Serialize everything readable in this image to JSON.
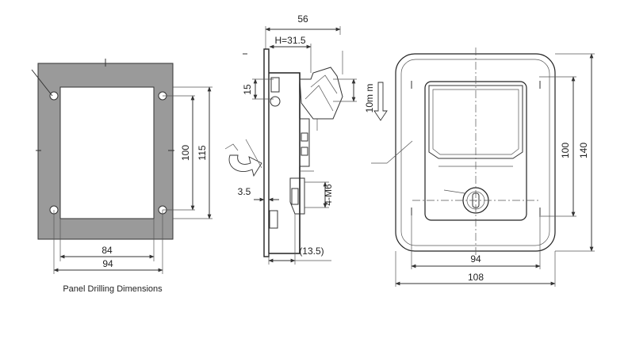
{
  "panel": {
    "caption": "Panel Drilling Dimensions",
    "dim_84": "84",
    "dim_94": "94",
    "dim_100": "100",
    "dim_115": "115"
  },
  "side": {
    "dim_56": "56",
    "dim_h": "H=31.5",
    "dim_15": "15",
    "dim_10mm": "10m m",
    "dim_3_5": "3.5",
    "dim_m6": "4-M6",
    "dim_13_5": "(13.5)"
  },
  "front": {
    "dim_94": "94",
    "dim_108": "108",
    "dim_100": "100",
    "dim_140": "140"
  },
  "colors": {
    "panel_fill": "#9a9a9a",
    "line": "#333333",
    "background": "#ffffff"
  }
}
